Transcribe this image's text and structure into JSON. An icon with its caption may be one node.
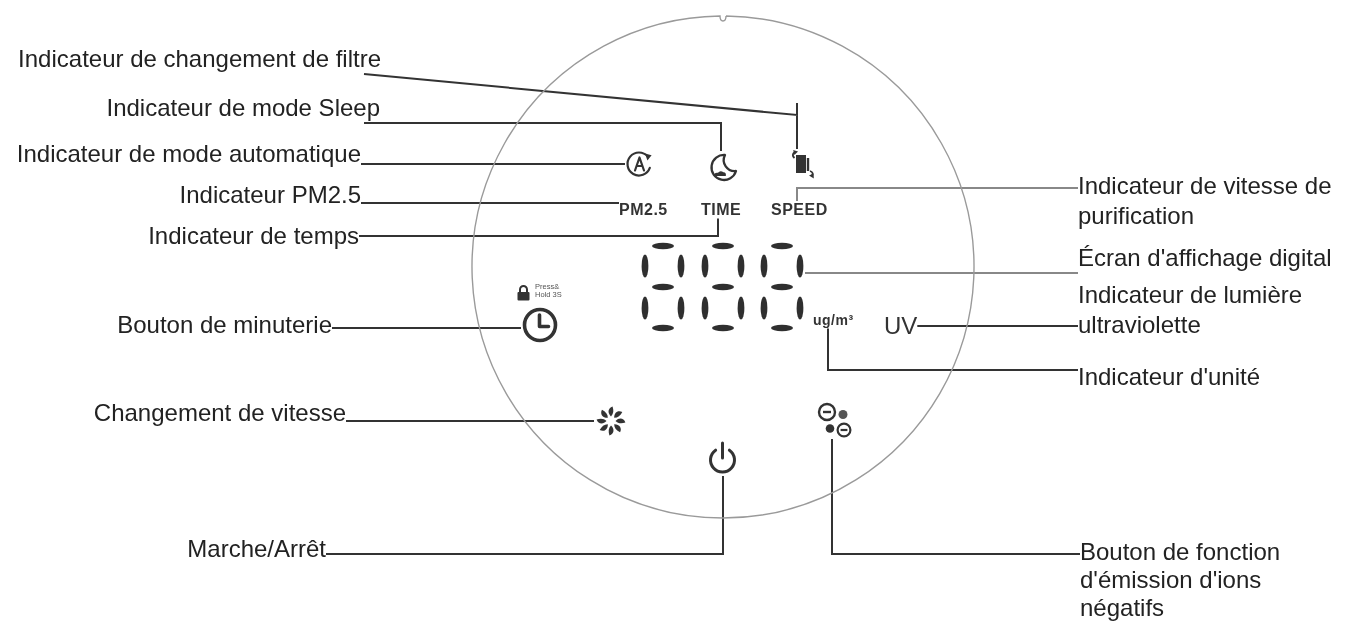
{
  "diagram": {
    "nodes": [
      {
        "text": [
          "Indicateur de changement de filtre"
        ]
      },
      {
        "text": [
          "Indicateur de mode Sleep"
        ]
      },
      {
        "text": [
          "Indicateur de mode automatique"
        ]
      },
      {
        "text": [
          "Indicateur PM2.5"
        ]
      },
      {
        "text": [
          "Indicateur de temps"
        ]
      },
      {
        "text": [],
        "shape": "circle"
      },
      {
        "text": [],
        "shape": "picture",
        "in": 5
      },
      {
        "text": [],
        "shape": "picture",
        "in": 5
      },
      {
        "text": [],
        "shape": "picture",
        "in": 5
      },
      {
        "text": [
          "PM2.5"
        ],
        "in": 5
      },
      {
        "text": [
          "TIME"
        ],
        "in": 5
      },
      {
        "text": [
          "SPEED"
        ],
        "in": 5
      },
      {
        "text": [],
        "shape": "picture",
        "in": 5
      },
      {
        "text": [],
        "shape": "picture",
        "in": 5,
        "beside": [
          "Press& Hold 3S"
        ]
      },
      {
        "text": [
          "ug/m³"
        ],
        "in": 5
      },
      {
        "text": [
          "UV"
        ],
        "in": 5
      },
      {
        "text": [],
        "shape": "picture",
        "in": 5
      },
      {
        "text": [],
        "shape": "picture",
        "in": 5
      },
      {
        "text": [],
        "shape": "picture",
        "in": 5
      },
      {
        "text": [
          "Indicateur de vitesse de purification"
        ]
      },
      {
        "text": [
          "Écran d'affichage digital"
        ]
      },
      {
        "text": [
          "Indicateur de lumière ultraviolette"
        ]
      },
      {
        "text": [
          "Indicateur d'unité"
        ]
      },
      {
        "text": [
          "Bouton de minuterie"
        ]
      },
      {
        "text": [
          "Changement de vitesse"
        ]
      },
      {
        "text": [
          "Marche/Arrêt"
        ]
      },
      {
        "text": [
          "Bouton de fonction d'émission d'ions négatifs"
        ]
      }
    ],
    "edges": [
      {
        "from": 0,
        "to": 6,
        "arrow": "none"
      },
      {
        "from": 1,
        "to": 7,
        "arrow": "none"
      },
      {
        "from": 2,
        "to": 8,
        "arrow": "none"
      },
      {
        "from": 3,
        "to": 9,
        "arrow": "none"
      },
      {
        "from": 4,
        "to": 10,
        "arrow": "none"
      },
      {
        "from": 19,
        "to": 11,
        "arrow": "none",
        "color": "#888888"
      },
      {
        "from": 20,
        "to": 12,
        "arrow": "none",
        "color": "#888888"
      },
      {
        "from": 21,
        "to": 15,
        "arrow": "none"
      },
      {
        "from": 22,
        "to": 14,
        "arrow": "none"
      },
      {
        "from": 23,
        "to": 13,
        "arrow": "none"
      },
      {
        "from": 24,
        "to": 16,
        "arrow": "none"
      },
      {
        "from": 25,
        "to": 17,
        "arrow": "none"
      },
      {
        "from": 26,
        "to": 18,
        "arrow": "none"
      }
    ]
  }
}
